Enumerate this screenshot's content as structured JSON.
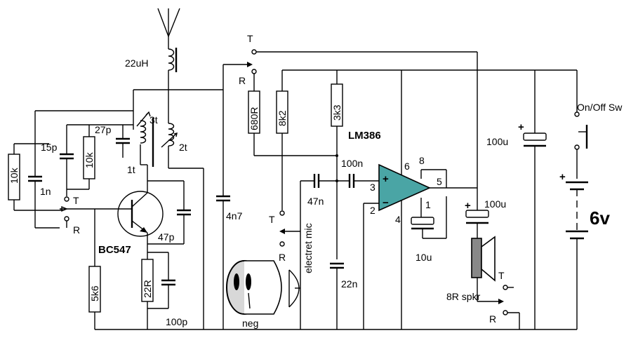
{
  "labels": {
    "antenna_coil": "22uH",
    "coil_3t": "3t",
    "coil_2t": "2t",
    "coil_1t": "1t",
    "c_27p": "27p",
    "c_15p": "15p",
    "r_10k_a": "10k",
    "r_10k_b": "10k",
    "c_1n": "1n",
    "sw_T1": "T",
    "sw_R1": "R",
    "transistor": "BC547",
    "c_47p": "47p",
    "r_22R": "22R",
    "c_100p": "100p",
    "r_5k6": "5k6",
    "c_4n7": "4n7",
    "sw_T_top": "T",
    "sw_R_top": "R",
    "r_680R": "680R",
    "r_8k2": "8k2",
    "r_3k3": "3k3",
    "ic": "LM386",
    "c_100n": "100n",
    "c_47n": "47n",
    "sw_T_mic": "T",
    "sw_R_mic": "R",
    "mic_label": "electret mic",
    "neg": "neg",
    "c_22n": "22n",
    "pin_2": "2",
    "pin_3": "3",
    "pin_4": "4",
    "pin_6": "6",
    "pin_8": "8",
    "pin_5": "5",
    "pin_1": "1",
    "c_10u": "10u",
    "c_100u_out": "100u",
    "c_100u_supply": "100u",
    "spkr": "8R spkr",
    "sw_T_spk": "T",
    "sw_R_spk": "R",
    "switch": "On/Off Sw",
    "battery": "6v",
    "plus": "+",
    "minus": "−"
  }
}
